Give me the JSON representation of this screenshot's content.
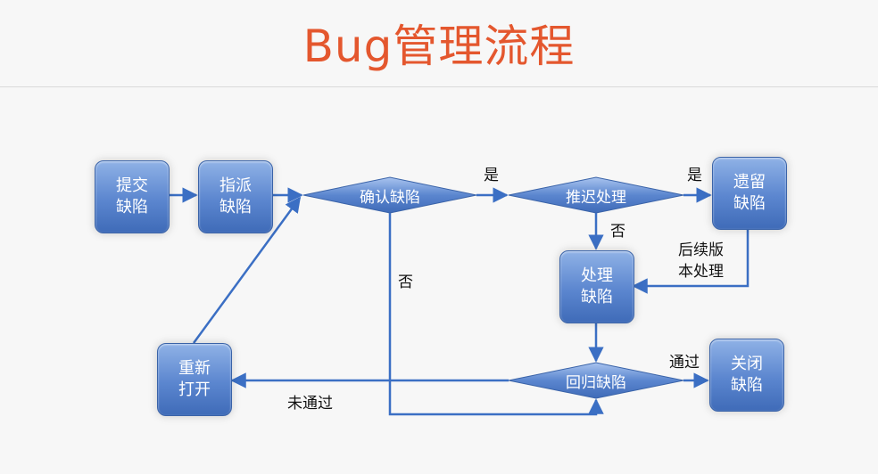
{
  "title": "Bug管理流程",
  "nodes": {
    "submit": "提交\n缺陷",
    "assign": "指派\n缺陷",
    "confirm": "确认缺陷",
    "defer": "推迟处理",
    "legacy": "遗留\n缺陷",
    "handle": "处理\n缺陷",
    "regress": "回归缺陷",
    "close": "关闭\n缺陷",
    "reopen": "重新\n打开"
  },
  "edges": {
    "confirm_yes": "是",
    "defer_yes": "是",
    "defer_no": "否",
    "confirm_no": "否",
    "later": "后续版\n本处理",
    "pass": "通过",
    "fail": "未通过"
  },
  "colors": {
    "title": "#e4572e",
    "arrow": "#3b6fc4",
    "node_fill": "#5b86cf"
  }
}
